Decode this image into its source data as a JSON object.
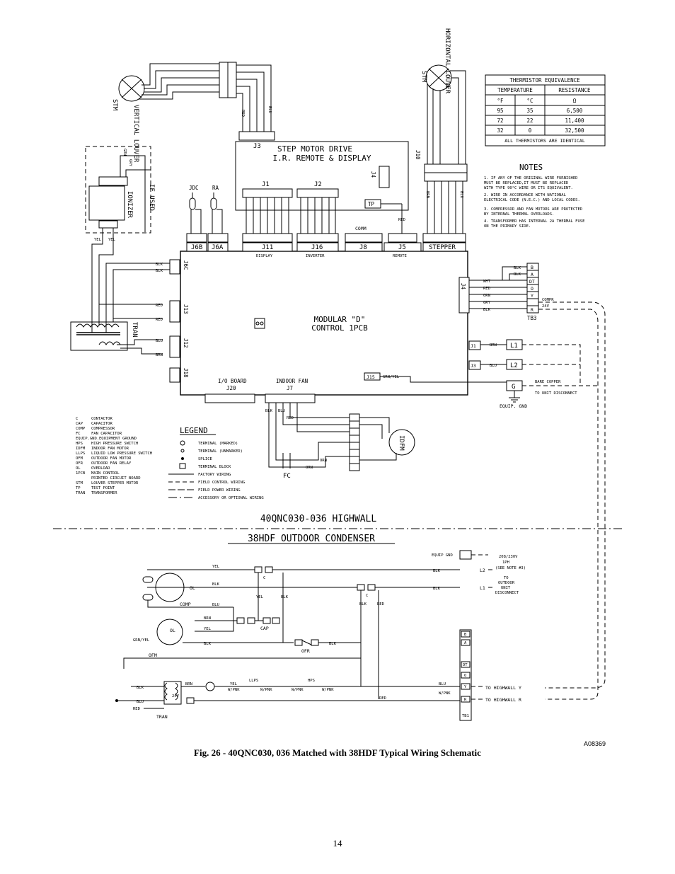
{
  "title_highwall": "40QNC030-036 HIGHWALL",
  "title_outdoor": "38HDF OUTDOOR CONDENSER",
  "step_motor_box": {
    "line1": "STEP MOTOR DRIVE",
    "line2": "I.R. REMOTE & DISPLAY"
  },
  "main_board": {
    "line1": "MODULAR \"D\"",
    "line2": "CONTROL 1PCB"
  },
  "motors": {
    "vertical_louver": "VERTICAL LOUVER",
    "horizontal_louver": "HORIZONTAL LOUVER",
    "stm": "STM",
    "idfm": "IDFM",
    "ofm": "OFM",
    "comp": "COMP"
  },
  "thermistor": {
    "title": "THERMISTOR EQUIVALENCE",
    "headers": [
      "TEMPERATURE",
      "RESISTANCE"
    ],
    "subheaders": [
      "°F",
      "°C",
      "Ω"
    ],
    "rows": [
      [
        "95",
        "35",
        "6,500"
      ],
      [
        "72",
        "22",
        "11,400"
      ],
      [
        "32",
        "0",
        "32,500"
      ]
    ],
    "footer": "ALL THERMISTORS ARE IDENTICAL"
  },
  "notes": {
    "title": "NOTES",
    "items": [
      [
        "1. IF ANY OF THE ORIGINAL WIRE FURNISHED",
        "   MUST BE REPLACED,IT MUST BE REPLACED",
        "   WITH TYPE 90°C WIRE OR ITS EQUIVALENT."
      ],
      [
        "2. WIRE IN ACCORDANCE WITH NATIONAL",
        "   ELECTRICAL CODE (N.E.C.) AND LOCAL CODES."
      ],
      [
        "3. COMPRESSOR AND FAN MOTORS ARE PROTECTED",
        "   BY INTERNAL THERMAL OVERLOADS."
      ],
      [
        "4. TRANSFORMER HAS INTERNAL 2A THERMAL FUSE",
        "   ON THE PRIMARY SIDE."
      ]
    ]
  },
  "legend": {
    "title": "LEGEND",
    "abbreviations": [
      [
        "C",
        "CONTACTOR"
      ],
      [
        "CAP",
        "CAPACITOR"
      ],
      [
        "COMP",
        "COMPRESSOR"
      ],
      [
        "FC",
        "FAN CAPACITOR"
      ],
      [
        "EQUIP.GND.",
        "EQUIPMENT GROUND"
      ],
      [
        "HPS",
        "HIGH PRESSURE SWITCH"
      ],
      [
        "IDFM",
        "INDOOR FAN MOTOR"
      ],
      [
        "LLPS",
        "LIQUID LOW PRESSURE SWITCH"
      ],
      [
        "OFM",
        "OUTDOOR FAN MOTOR"
      ],
      [
        "OFR",
        "OUTDOOR FAN RELAY"
      ],
      [
        "OL",
        "OVERLOAD"
      ],
      [
        "1PCB",
        "MAIN CONTROL"
      ],
      [
        "",
        "PRINTED CIRCUIT BOARD"
      ],
      [
        "STM",
        "LOUVER STEPPER MOTOR"
      ],
      [
        "TP",
        "TEST POINT"
      ],
      [
        "TRAN",
        "TRANSFORMER"
      ]
    ],
    "symbols": [
      "TERMINAL (MARKED)",
      "TERMINAL (UNMARKED)",
      "SPLICE",
      "TERMINAL BLOCK",
      "FACTORY WIRING",
      "FIELD CONTROL WIRING",
      "FIELD POWER WIRING",
      "ACCESSORY OR OPTIONAL WIRING"
    ]
  },
  "connectors": {
    "j11": "J11",
    "j16": "J16",
    "j8": "J8",
    "j5": "J5",
    "stepper": "STEPPER",
    "display": "DISPLAY",
    "inverter": "INVERTER",
    "remote": "REMOTE",
    "comm": "COMM",
    "j1": "J1",
    "j2": "J2",
    "j3": "J3",
    "j4": "J4",
    "j10": "J10",
    "j6b": "J6B",
    "j6a": "J6A",
    "j6c": "J6C",
    "j13": "J13",
    "j12": "J12",
    "j18": "J18",
    "j20": "J20",
    "j7": "J7",
    "io_board": "I/O BOARD",
    "indoor_fan": "INDOOR FAN",
    "j15": "J15",
    "grn_yel": "GRN/YEL",
    "jdc": "JDC",
    "ra": "RA",
    "tp": "TP",
    "ionizer": "IONIZER",
    "if_used": "IF USED",
    "tran": "TRAN",
    "fc": "FC"
  },
  "tb3": {
    "terminals": [
      "B",
      "A",
      "DT",
      "O",
      "Y",
      "R"
    ],
    "label": "TB3",
    "compr": "COMPR",
    "v24": "24V",
    "wires": [
      "BLK",
      "BLK",
      "WHT",
      "RED",
      "ORN",
      "GRY",
      "BLK"
    ]
  },
  "power": {
    "l1": "L1",
    "l2": "L2",
    "g": "G",
    "brn": "BRN",
    "blu": "BLU",
    "bare_copper": "BARE COPPER",
    "to_unit": "TO UNIT DISCONNECT",
    "equip_gnd": "EQUIP. GND"
  },
  "outdoor": {
    "equip_gnd": "EQUIP GND",
    "supply": [
      "208/230V",
      "1PH",
      "(SEE NOTE #3)"
    ],
    "to_disconnect": [
      "TO",
      "OUTDOOR",
      "UNIT",
      "DISCONNECT"
    ],
    "l1": "L1",
    "l2": "L2",
    "c": "C",
    "cap": "CAP",
    "ofr": "OFR",
    "ol": "OL",
    "tran": "TRAN",
    "v24": "24V",
    "llps": "LLPS",
    "hps": "HPS",
    "tb1": "TB1",
    "wpnk": "W/PNK",
    "tb1_terminals": [
      "B",
      "A",
      "DT",
      "O",
      "Y",
      "R"
    ],
    "to_highwall_y": "TO HIGHWALL Y",
    "to_highwall_r": "TO HIGHWALL R",
    "wires": {
      "yel": "YEL",
      "blk": "BLK",
      "blu": "BLU",
      "brn": "BRN",
      "red": "RED",
      "grn_yel": "GRN/YEL"
    }
  },
  "caption": "Fig. 26 - 40QNC030, 036 Matched with 38HDF Typical Wiring Schematic",
  "figure_code": "A08369",
  "page_number": "14"
}
